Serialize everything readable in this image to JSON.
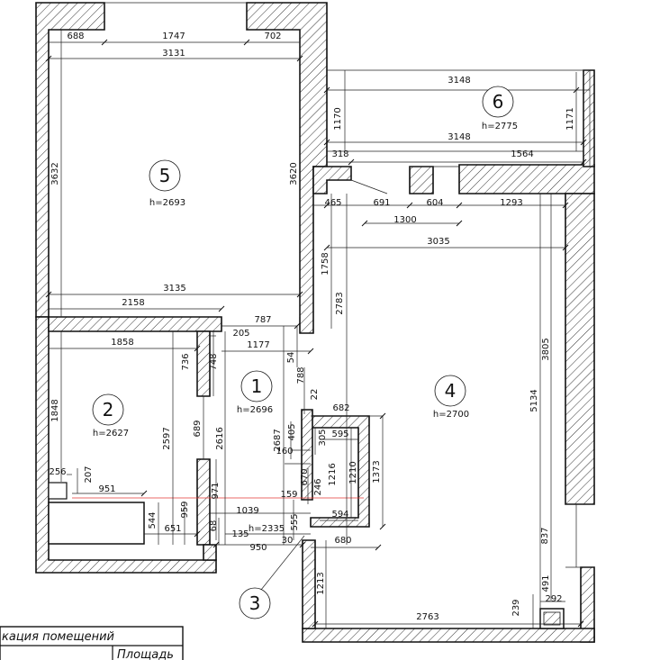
{
  "rooms": [
    {
      "num": "1",
      "h": "h=2696"
    },
    {
      "num": "2",
      "h": "h=2627"
    },
    {
      "num": "3",
      "h": "h=2335"
    },
    {
      "num": "4",
      "h": "h=2700"
    },
    {
      "num": "5",
      "h": "h=2693"
    },
    {
      "num": "6",
      "h": "h=2775"
    }
  ],
  "dims": {
    "d688": "688",
    "d1747": "1747",
    "d702": "702",
    "d3131": "3131",
    "d3632": "3632",
    "d3620": "3620",
    "d3135": "3135",
    "d2158": "2158",
    "d787": "787",
    "d205": "205",
    "d1177": "1177",
    "d1858": "1858",
    "d736": "736",
    "d748": "748",
    "d54": "54",
    "d788": "788",
    "d1848": "1848",
    "d2597": "2597",
    "d689": "689",
    "d2616": "2616",
    "d2687": "2687",
    "d256": "256",
    "d207": "207",
    "d951": "951",
    "d544": "544",
    "d959": "959",
    "d651": "651",
    "d971": "971",
    "d1039": "1039",
    "d159": "159",
    "d68": "68",
    "d135": "135",
    "d950": "950",
    "d30": "30",
    "d555": "555",
    "d246": "246",
    "d670": "670",
    "d405": "405",
    "d160": "160",
    "d22": "22",
    "d682": "682",
    "d305": "305",
    "d595": "595",
    "d1216": "1216",
    "d1210": "1210",
    "d1373": "1373",
    "d594": "594",
    "d680": "680",
    "d1213": "1213",
    "d2763": "2763",
    "d239": "239",
    "d292": "292",
    "d491": "491",
    "d837": "837",
    "d5134": "5134",
    "d3805": "3805",
    "d3035": "3035",
    "d2783": "2783",
    "d1758": "1758",
    "d465": "465",
    "d691": "691",
    "d604": "604",
    "d1293": "1293",
    "d1300": "1300",
    "d318": "318",
    "d1564": "1564",
    "d3148a": "3148",
    "d3148b": "3148",
    "d1170": "1170",
    "d1171": "1171"
  },
  "legend": {
    "title": "кация помещений",
    "col": "Площадь"
  },
  "colors": {
    "line": "#111111",
    "hatch": "#333333",
    "accent_line": "#e53935"
  }
}
